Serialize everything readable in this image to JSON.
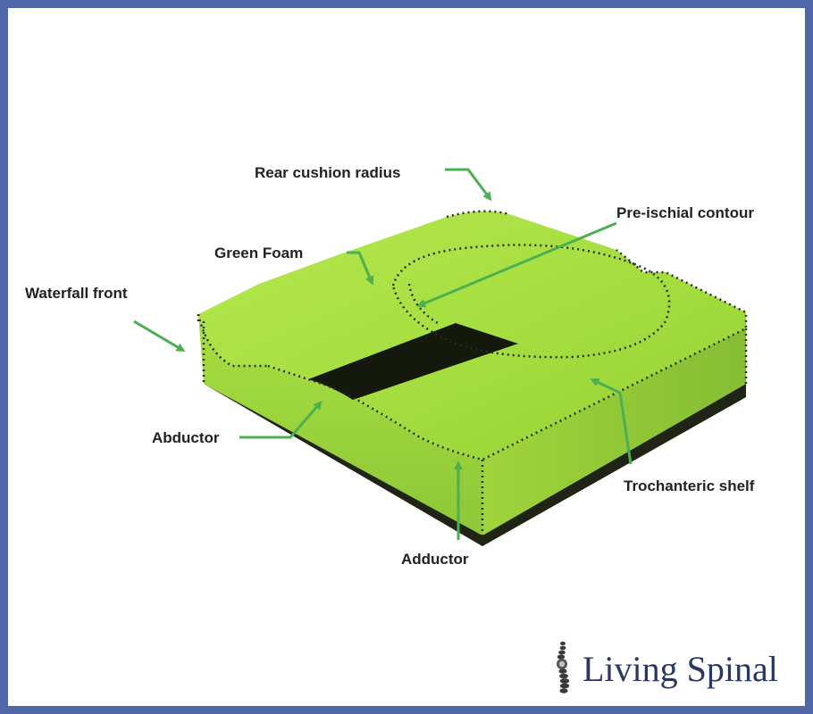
{
  "labels": {
    "rear_cushion_radius": "Rear cushion radius",
    "pre_ischial_contour": "Pre-ischial contour",
    "green_foam": "Green Foam",
    "waterfall_front": "Waterfall front",
    "abductor": "Abductor",
    "trochanteric_shelf": "Trochanteric shelf",
    "adductor": "Adductor"
  },
  "brand": {
    "name": "Living Spinal",
    "logo_icon": "spine-icon"
  },
  "colors": {
    "frame": "#4f67a6",
    "foam": "#a6e03f",
    "foam_side": "#8fc63a",
    "foam_dark": "#1a1d10",
    "arrow": "#4caf50",
    "brand_text": "#2a3764"
  }
}
